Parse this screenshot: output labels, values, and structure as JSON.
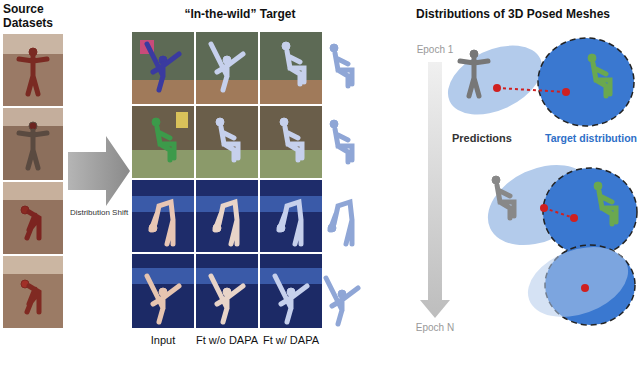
{
  "diagram": {
    "labels": [
      "Source Datasets",
      "“In-the-wild” Target",
      "Distribution Shift",
      "Input",
      "Ft w/o DAPA",
      "Ft w/ DAPA",
      "Distributions of 3D Posed Meshes",
      "Epoch 1",
      "Epoch N",
      "Predictions",
      "Target distribution"
    ]
  }
}
